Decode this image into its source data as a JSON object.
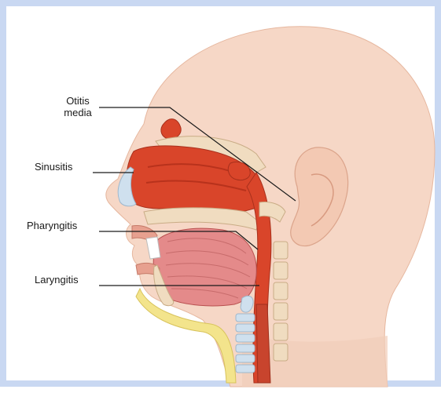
{
  "labels": {
    "otitis_line1": "Otitis",
    "otitis_line2": "media",
    "sinusitis": "Sinusitis",
    "pharyngitis": "Pharyngitis",
    "laryngitis": "Laryngitis"
  },
  "colors": {
    "frame": "#c9d8f2",
    "skin": "#f6d7c6",
    "skin_shadow": "#eec3ad",
    "tissue_red": "#d9452a",
    "tissue_dark": "#b8321c",
    "bone": "#f0dcc0",
    "cartilage": "#cfe0ee",
    "tongue": "#e48a8a",
    "fat_yellow": "#f3e48c",
    "leader_line": "#1a1a1a"
  }
}
